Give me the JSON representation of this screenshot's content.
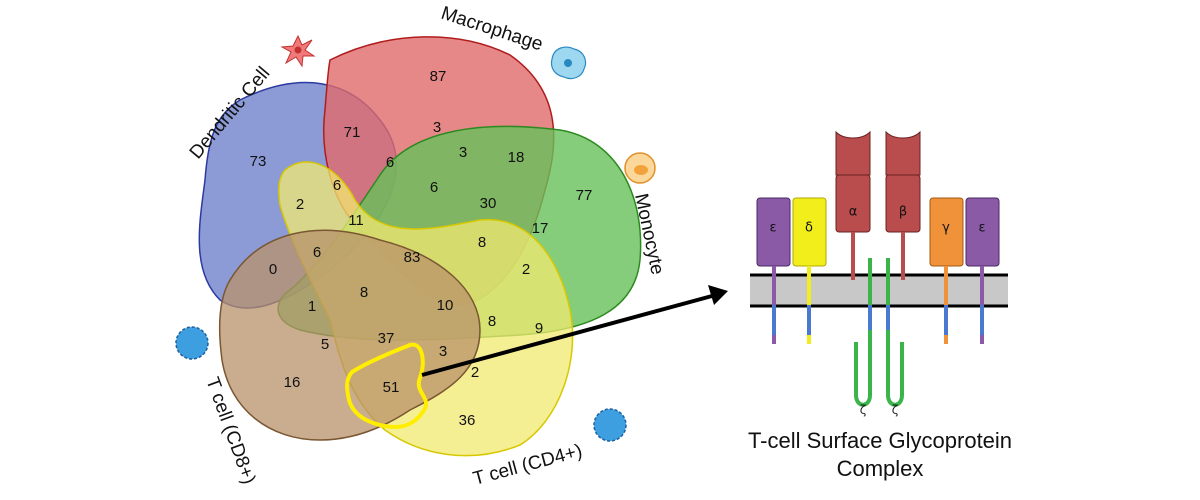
{
  "venn": {
    "sets": [
      {
        "key": "dendritic",
        "label": "Dendritic Cell",
        "color": "#6f82cc"
      },
      {
        "key": "macrophage",
        "label": "Macrophage",
        "color": "#e06a6a"
      },
      {
        "key": "monocyte",
        "label": "Monocyte",
        "color": "#66c05a"
      },
      {
        "key": "cd4",
        "label": "T cell (CD4+)",
        "color": "#f2ea70"
      },
      {
        "key": "cd8",
        "label": "T cell (CD8+)",
        "color": "#b8926a"
      }
    ],
    "regions": [
      "73",
      "71",
      "87",
      "3",
      "3",
      "6",
      "6",
      "18",
      "77",
      "30",
      "17",
      "6",
      "2",
      "11",
      "83",
      "8",
      "2",
      "0",
      "6",
      "8",
      "1",
      "10",
      "8",
      "9",
      "5",
      "37",
      "3",
      "2",
      "16",
      "51",
      "36"
    ],
    "highlight_color": "#ffee00"
  },
  "complex": {
    "caption_line1": "T-cell Surface Glycoprotein",
    "caption_line2": "Complex",
    "subunits": [
      "ε",
      "δ",
      "α",
      "β",
      "γ",
      "ε"
    ],
    "zeta": [
      "ζ",
      "ζ"
    ],
    "colors": {
      "epsilon": "#8a5aa6",
      "delta": "#f2ee1c",
      "alpha_beta": "#b94c4c",
      "gamma": "#f0923a",
      "zeta": "#3bb54a",
      "membrane": "#c8c8c8"
    }
  }
}
